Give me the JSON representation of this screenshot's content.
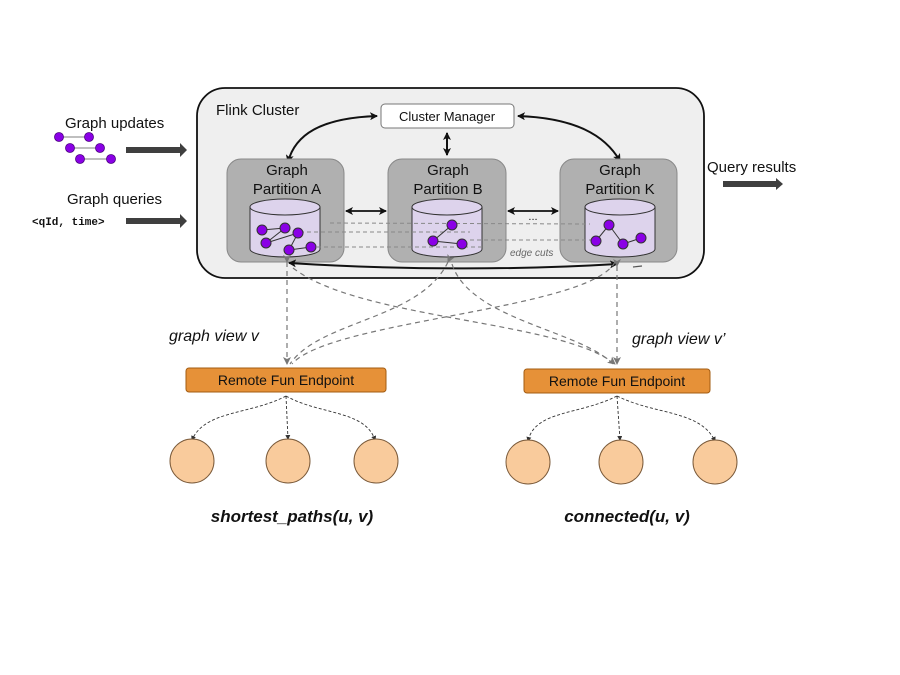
{
  "inputs": {
    "updates_label": "Graph updates",
    "queries_label": "Graph queries",
    "query_format": "<qId, time>"
  },
  "output": {
    "results_label": "Query results"
  },
  "cluster": {
    "title": "Flink Cluster",
    "manager_label": "Cluster Manager",
    "partitions": [
      {
        "line1": "Graph",
        "line2": "Partition A"
      },
      {
        "line1": "Graph",
        "line2": "Partition B"
      },
      {
        "line1": "Graph",
        "line2": "Partition K"
      }
    ],
    "ellipsis": "...",
    "edge_cuts_label": "edge cuts"
  },
  "views": {
    "left": "graph view v",
    "right": "graph view v’"
  },
  "endpoints": [
    {
      "label": "Remote Fun Endpoint",
      "function": "shortest_paths(u, v)",
      "workers": 3
    },
    {
      "label": "Remote Fun Endpoint",
      "function": "connected(u, v)",
      "workers": 3
    }
  ],
  "colors": {
    "node_purple": "#8a00e6",
    "cylinder_fill": "#ddd3ec",
    "partition_fill": "#b0b0b0",
    "cluster_fill": "#efefef",
    "endpoint_orange": "#e69138",
    "worker_peach": "#f9cb9c",
    "arrow_dark": "#3f3f3f"
  }
}
